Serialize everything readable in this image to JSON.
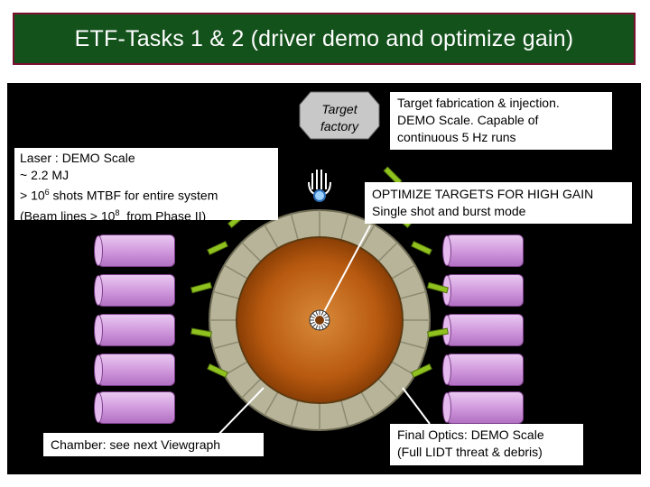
{
  "title": "ETF-Tasks 1 & 2 (driver demo and optimize gain)",
  "labels": {
    "laser": [
      "Laser : DEMO Scale",
      "~ 2.2 MJ",
      "> 10^6 shots MTBF for entire system",
      "(Beam lines > 10^8  from Phase II)"
    ],
    "target_factory": [
      "Target",
      "factory"
    ],
    "target_fab": [
      "Target fabrication & injection.",
      "DEMO Scale.  Capable of",
      "continuous 5 Hz runs"
    ],
    "optimize": [
      "OPTIMIZE TARGETS FOR HIGH GAIN",
      "Single shot and burst mode"
    ],
    "chamber": "Chamber: see next Viewgraph",
    "final_optics": [
      "Final Optics: DEMO Scale",
      "(Full LIDT threat & debris)"
    ]
  },
  "colors": {
    "title_bg": "#14521c",
    "title_border": "#7a1030",
    "panel_bg": "#000000",
    "beam_line": "#c98ad6",
    "chamber_wall": "#b7b49a",
    "chamber_core": "#b85a10",
    "final_optic": "#8fc21f"
  }
}
